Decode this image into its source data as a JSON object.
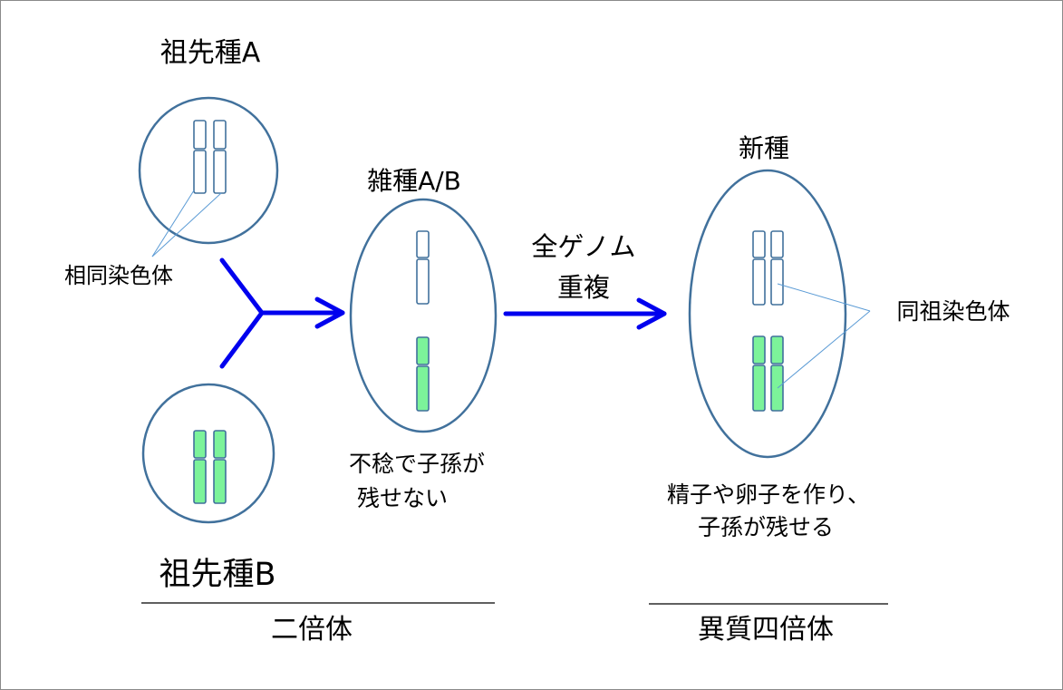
{
  "labels": {
    "ancestor_a": "祖先種A",
    "ancestor_b": "祖先種B",
    "hybrid": "雑種A/B",
    "new_species": "新種",
    "homologous_chromosomes": "相同染色体",
    "homeologous_chromosomes": "同祖染色体",
    "genome_duplication_line1": "全ゲノム",
    "genome_duplication_line2": "重複",
    "hybrid_note_line1": "不稔で子孫が",
    "hybrid_note_line2": "残せない",
    "new_species_note_line1": "精子や卵子を作り、",
    "new_species_note_line2": "子孫が残せる",
    "diploid": "二倍体",
    "allotetraploid": "異質四倍体"
  },
  "colors": {
    "cell_outline": "#41719c",
    "chromosome_a_fill": "#ffffff",
    "chromosome_b_fill": "#7cf39a",
    "arrow": "#0000ee",
    "leader_line": "#5b9bd5"
  }
}
